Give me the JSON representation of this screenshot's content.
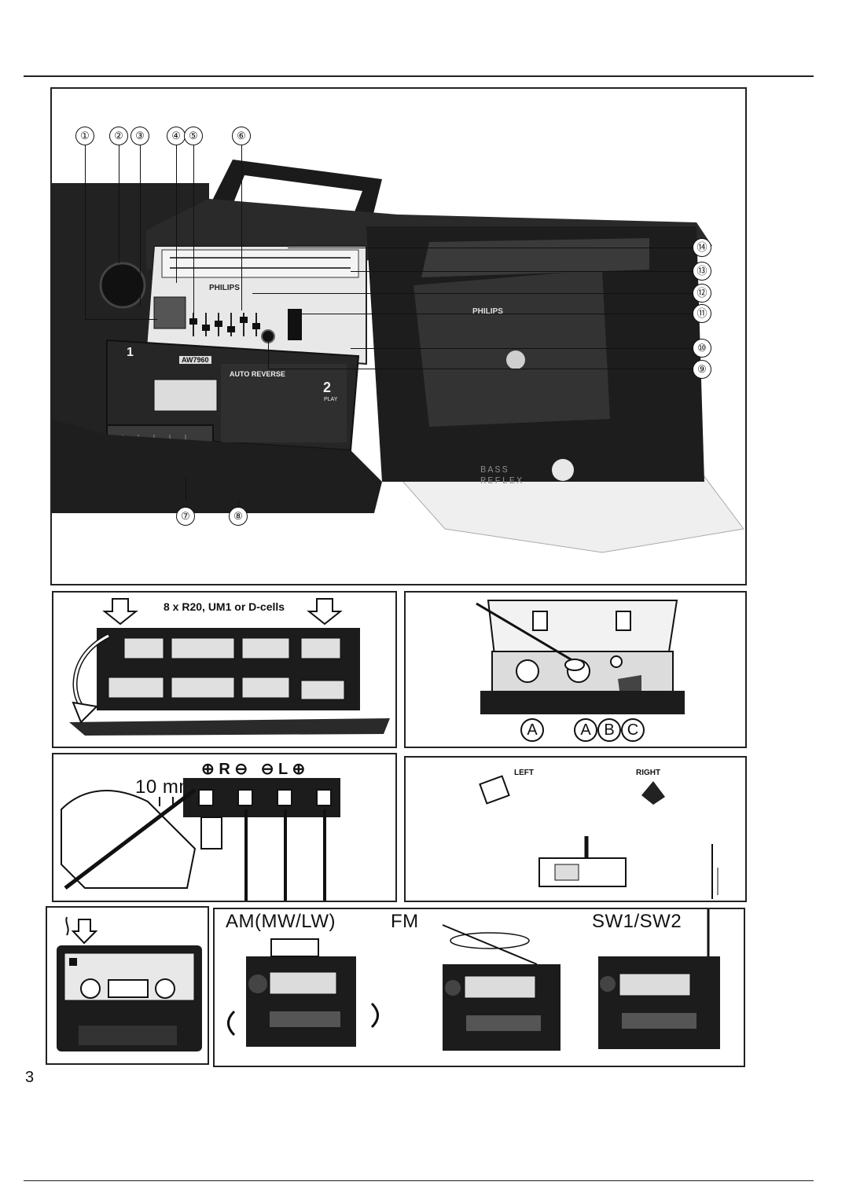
{
  "page": {
    "number": "3"
  },
  "main_figure": {
    "callouts": [
      "①",
      "②",
      "③",
      "④",
      "⑤",
      "⑥",
      "⑦",
      "⑧",
      "⑨",
      "⑩",
      "⑪",
      "⑫",
      "⑬",
      "⑭"
    ],
    "brand_front": "PHILIPS",
    "brand_side": "PHILIPS",
    "deck1_label": "1",
    "deck1_model": "AW7960",
    "deck2_label": "AUTO REVERSE",
    "deck2_number": "2",
    "deck2_sub": "PLAY",
    "bass_reflex": "BASS REFLEX"
  },
  "battery_panel": {
    "caption": "8 x R20, UM1 or D-cells"
  },
  "cleaning_panel": {
    "labels": [
      "A",
      "A",
      "B",
      "C"
    ]
  },
  "speaker_panel": {
    "measure": "10 mm",
    "polarity": "⊕ R ⊖   ⊖ L ⊕"
  },
  "placement_panel": {
    "left": "LEFT",
    "right": "RIGHT"
  },
  "antenna_panel": {
    "am": "AM(MW/LW)",
    "fm": "FM",
    "sw": "SW1/SW2"
  }
}
